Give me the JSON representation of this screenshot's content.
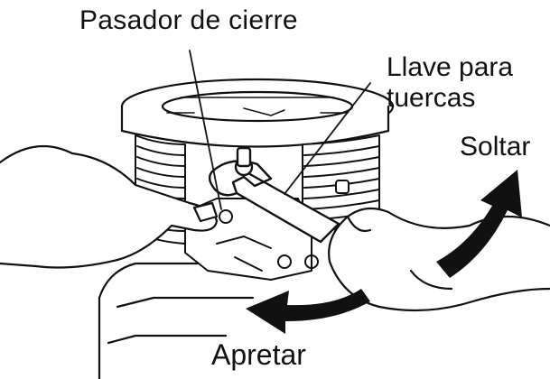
{
  "labels": {
    "lock_pin": "Pasador de cierre",
    "wrench_line1": "Llave para",
    "wrench_line2": "tuercas",
    "loosen": "Soltar",
    "tighten": "Apretar"
  },
  "colors": {
    "ink": "#111111",
    "background": "#ffffff"
  }
}
